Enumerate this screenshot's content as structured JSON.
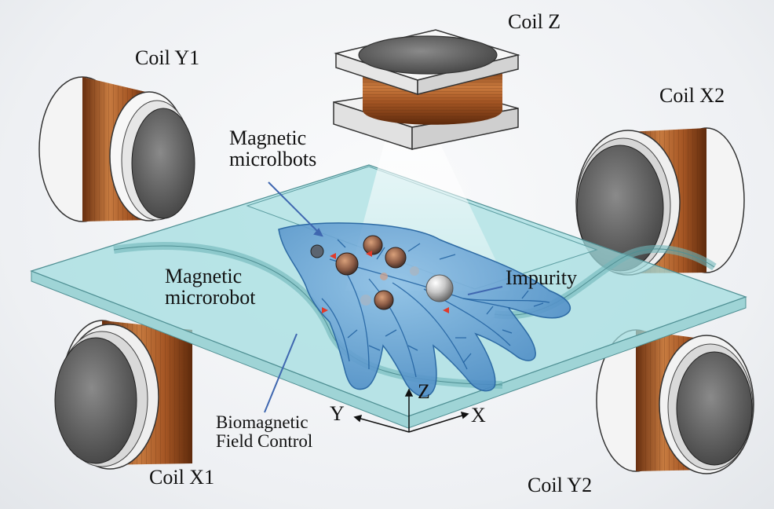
{
  "labels": {
    "coil_z": "Coil Z",
    "coil_y1": "Coil Y1",
    "coil_x2": "Coil X2",
    "coil_x1": "Coil X1",
    "coil_y2": "Coil Y2",
    "magnetic_microlbots": "Magnetic microlbots",
    "magnetic_microrobot": "Magnetic microrobot",
    "impurity": "Impurity",
    "biomagnetic_field_control": "Biomagnetic Field Control"
  },
  "axes": {
    "x": "X",
    "y": "Y",
    "z": "Z"
  },
  "colors": {
    "copper": "#b5652e",
    "glass": "#8fd3d6",
    "hand": "#4d8fc8",
    "vessel": "#1f5f9f",
    "arrow": "#e03a2a",
    "pointer": "#3f67b0"
  }
}
